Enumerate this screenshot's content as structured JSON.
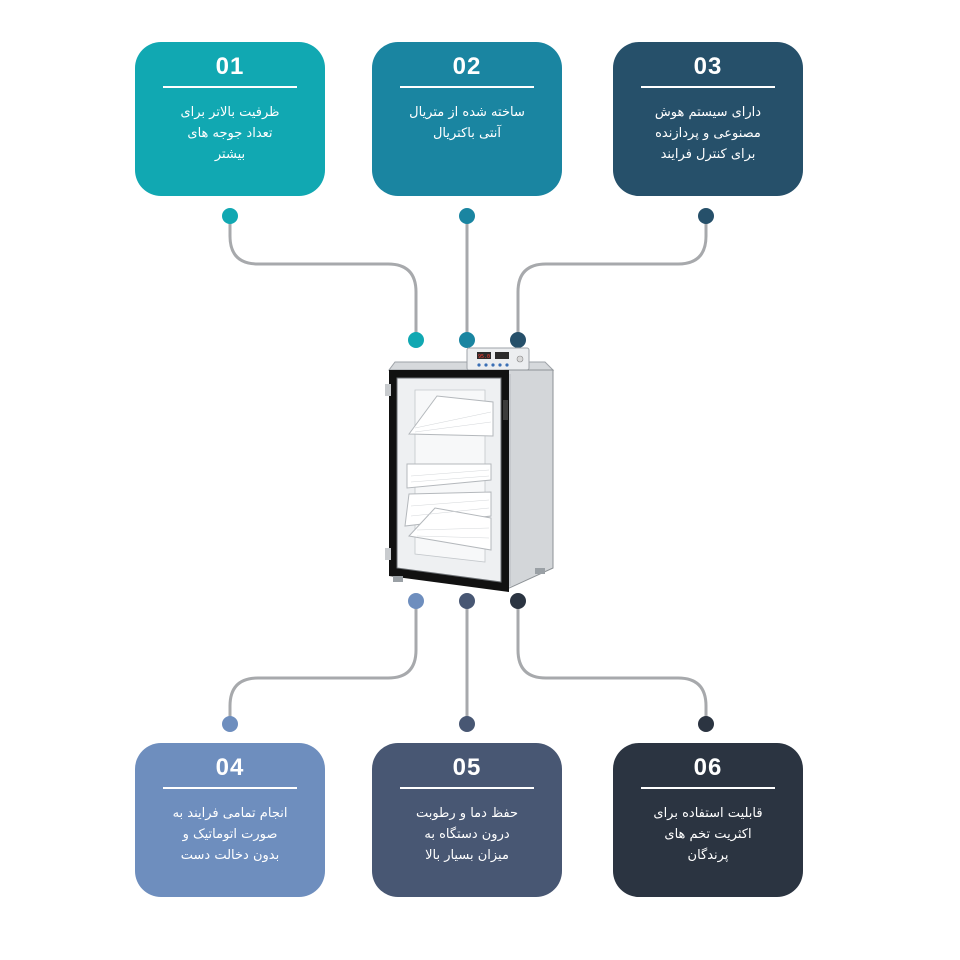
{
  "colors": {
    "c1": "#11A8B2",
    "c2": "#1A85A1",
    "c3": "#26506A",
    "c4": "#6E8EBE",
    "c5": "#485773",
    "c6": "#2B3441",
    "line": "#A7A9AC"
  },
  "product": {
    "name": "incubator",
    "display_text": "95.0"
  },
  "features": [
    {
      "number": "01",
      "text": "ظرفیت بالاتر برای\nتعداد جوجه های\nبیشتر"
    },
    {
      "number": "02",
      "text": "ساخته شده از متریال\nآنتی باکتریال"
    },
    {
      "number": "03",
      "text": "دارای سیستم هوش\nمصنوعی و پردازنده\nبرای کنترل فرایند"
    },
    {
      "number": "04",
      "text": "انجام تمامی فرایند به\nصورت اتوماتیک و\nبدون دخالت دست"
    },
    {
      "number": "05",
      "text": "حفظ دما و رطوبت\nدرون دستگاه به\nمیزان بسیار بالا"
    },
    {
      "number": "06",
      "text": "قابلیت استفاده برای\nاکثریت تخم های\nپرندگان"
    }
  ]
}
